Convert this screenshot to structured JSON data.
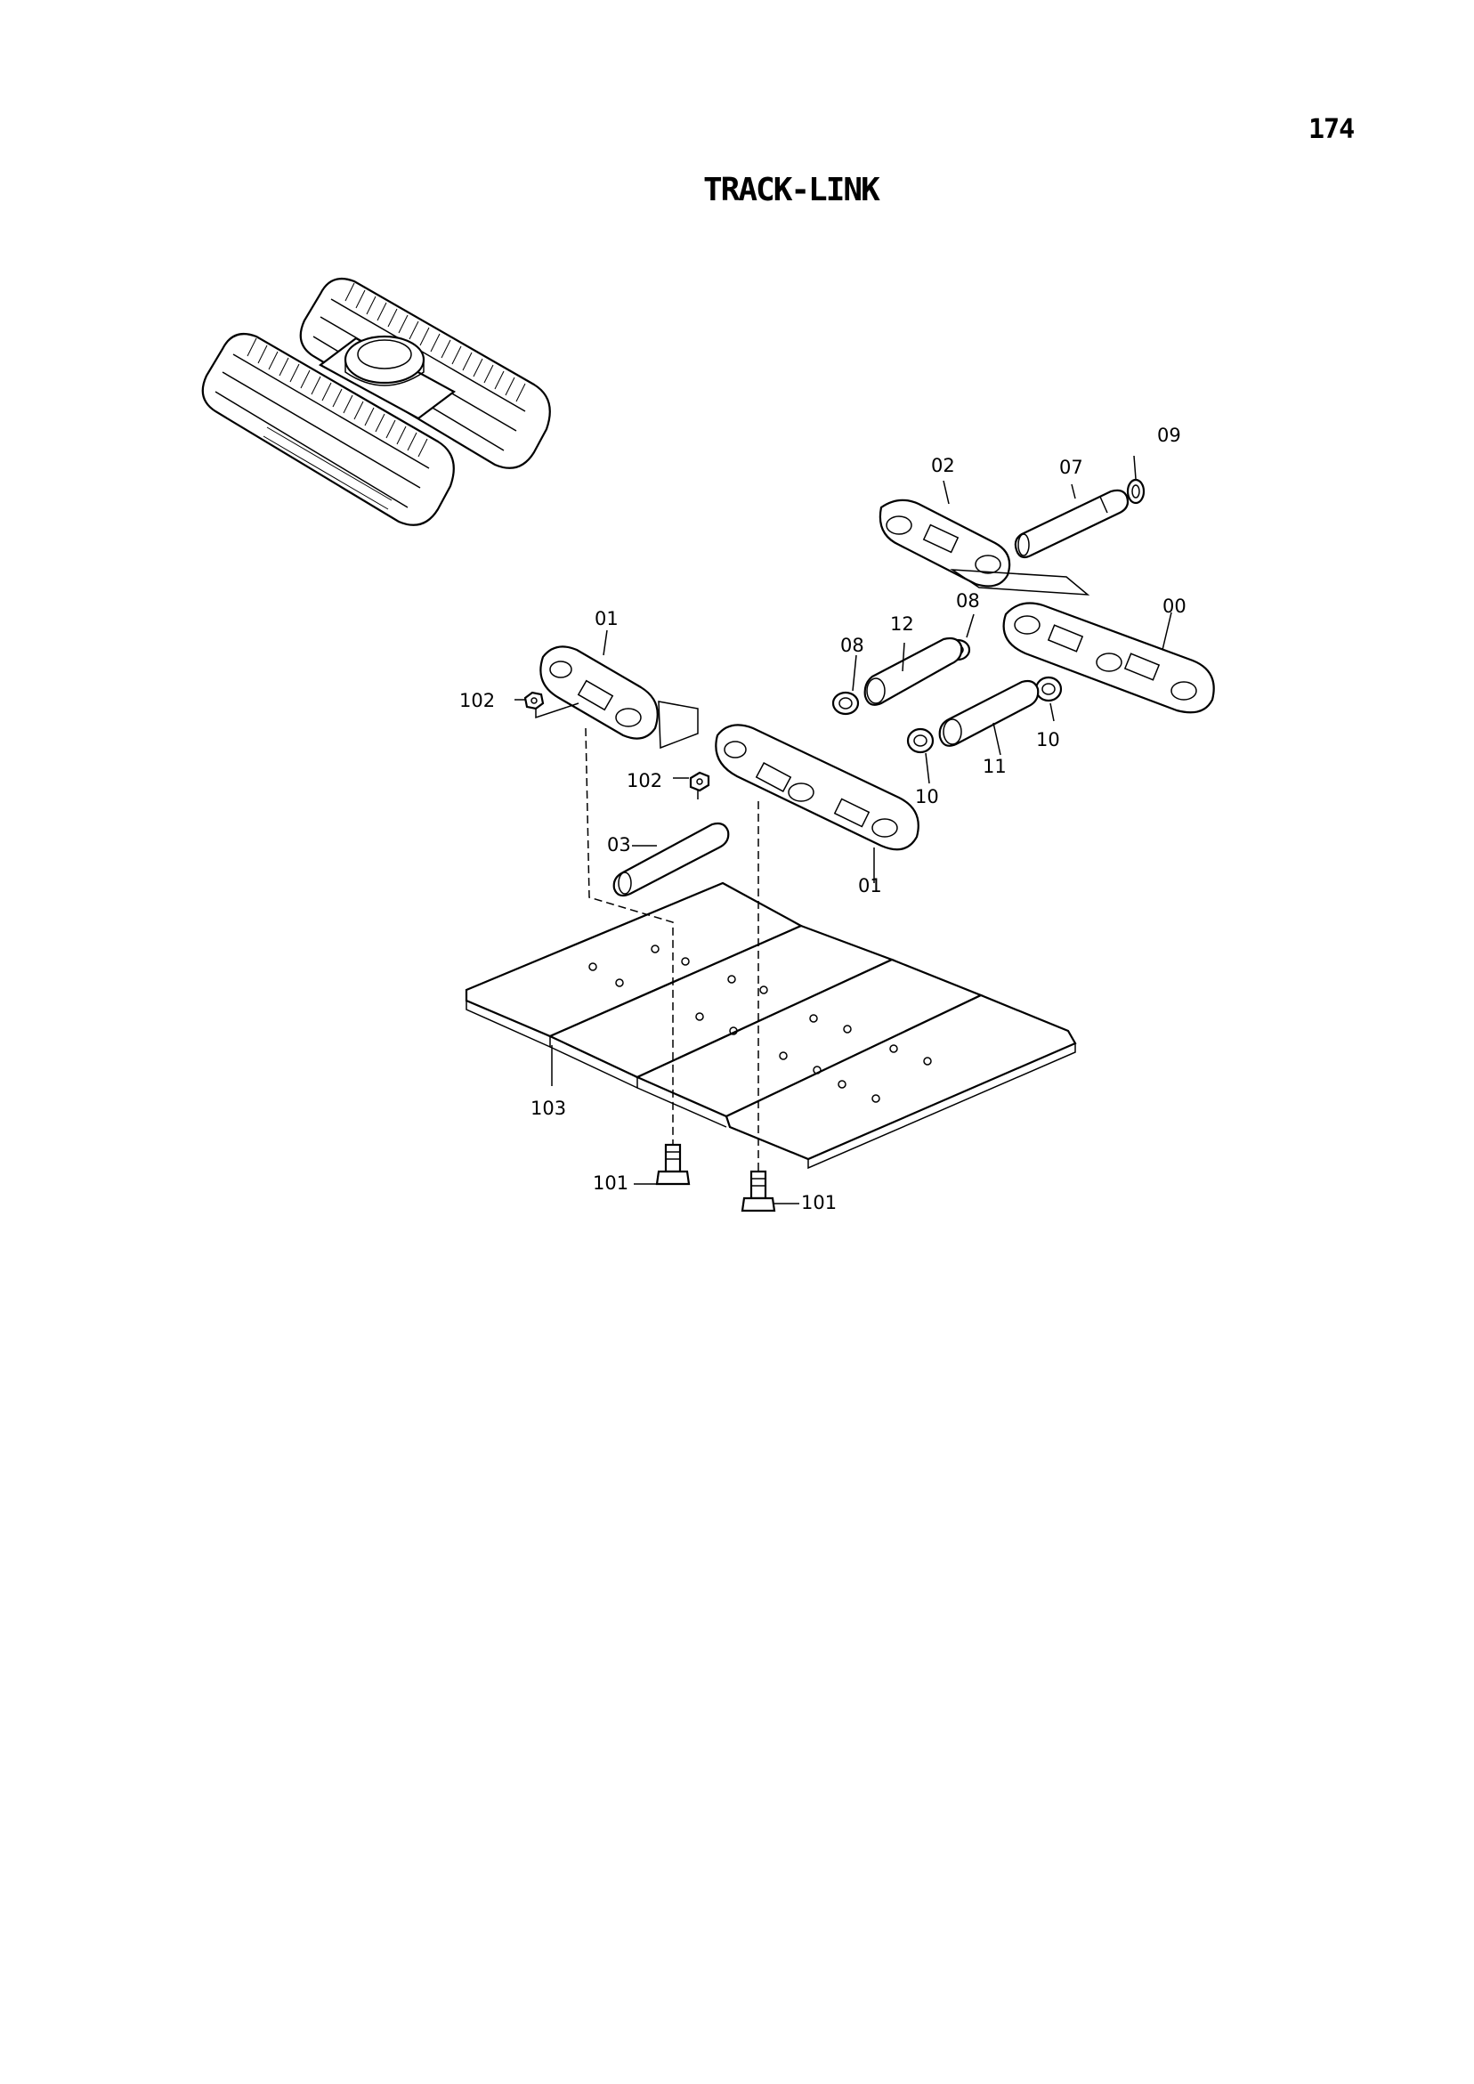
{
  "page": {
    "number": "174",
    "title": "TRACK-LINK"
  },
  "callouts": {
    "c00": "00",
    "c01_top": "01",
    "c01_bottom": "01",
    "c02": "02",
    "c03": "03",
    "c07": "07",
    "c08_left": "08",
    "c08_right": "08",
    "c09": "09",
    "c10_left": "10",
    "c10_right": "10",
    "c11": "11",
    "c12": "12",
    "c101_left": "101",
    "c101_right": "101",
    "c102_top": "102",
    "c102_mid": "102",
    "c103": "103"
  }
}
